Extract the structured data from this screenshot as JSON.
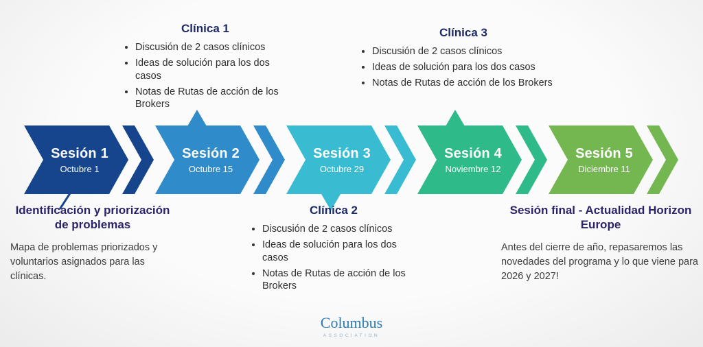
{
  "sessions": [
    {
      "title": "Sesión 1",
      "date": "Octubre 1",
      "color": "#17458d"
    },
    {
      "title": "Sesión 2",
      "date": "Octubre 15",
      "color": "#2f8bca"
    },
    {
      "title": "Sesión 3",
      "date": "Octubre 29",
      "color": "#39bcd2"
    },
    {
      "title": "Sesión 4",
      "date": "Noviembre 12",
      "color": "#2eba89"
    },
    {
      "title": "Sesión 5",
      "date": "Diciembre 11",
      "color": "#74b751"
    }
  ],
  "clinics": [
    {
      "title": "Clínica 1",
      "items": [
        "Discusión de 2 casos clínicos",
        "Ideas de solución para los dos casos",
        "Notas de Rutas de acción de los Brokers"
      ]
    },
    {
      "title": "Clínica 2",
      "items": [
        "Discusión de 2 casos clínicos",
        "Ideas de solución para los dos casos",
        "Notas de Rutas de acción de los Brokers"
      ]
    },
    {
      "title": "Clínica 3",
      "items": [
        "Discusión de 2 casos clínicos",
        "Ideas de solución para los dos casos",
        "Notas de Rutas de acción de los Brokers"
      ]
    }
  ],
  "notes": [
    {
      "title": "Identificación y priorización de problemas",
      "body": "Mapa de problemas priorizados y voluntarios asignados para las clínicas."
    },
    {
      "title": "Sesión final - Actualidad Horizon Europe",
      "body": "Antes del cierre de año, repasaremos las novedades del programa y lo que viene para 2026 y 2027!"
    }
  ],
  "logo": {
    "name": "Columbus",
    "subtitle": "ASSOCIATION"
  },
  "colors": {
    "clinic_heading": "#1d2a66",
    "note_heading": "#2b2468",
    "body_text": "#3b3b3b",
    "logo_blue": "#2d7cb5",
    "background": "#f4f4f4"
  }
}
